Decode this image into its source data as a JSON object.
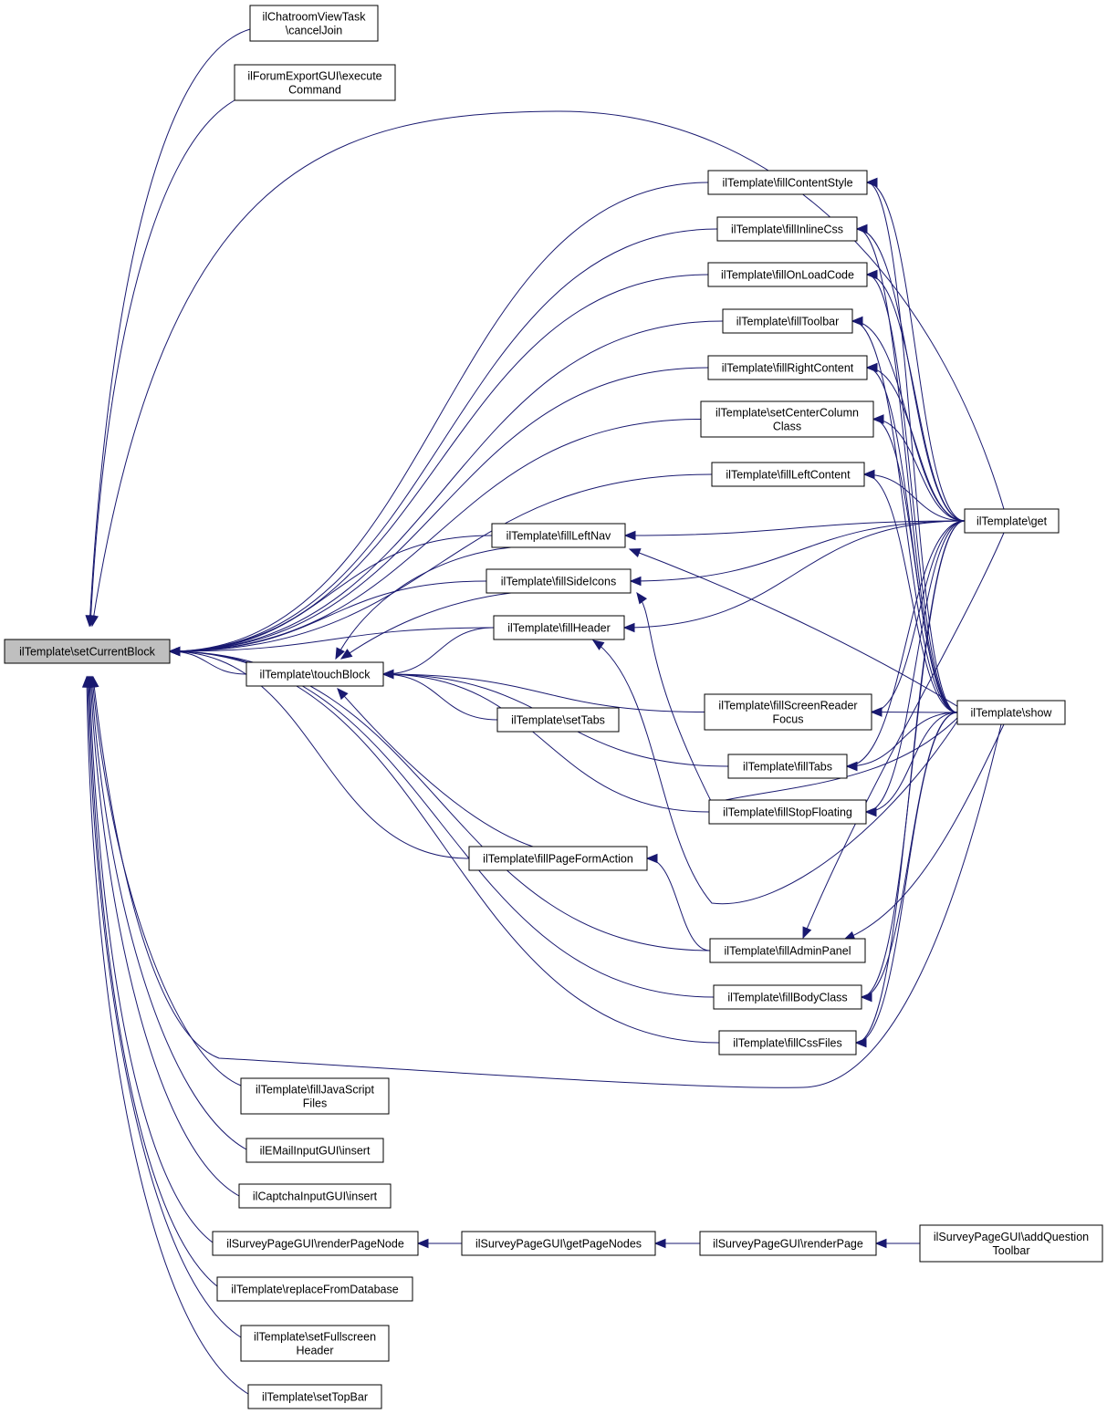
{
  "nodes": {
    "setCurrentBlock": {
      "lines": [
        "ilTemplate\\setCurrentBlock"
      ],
      "root": true
    },
    "cancelJoin": {
      "lines": [
        "ilChatroomViewTask",
        "\\cancelJoin"
      ]
    },
    "forumExecute": {
      "lines": [
        "ilForumExportGUI\\execute",
        "Command"
      ]
    },
    "fillContentStyle": {
      "lines": [
        "ilTemplate\\fillContentStyle"
      ]
    },
    "fillInlineCss": {
      "lines": [
        "ilTemplate\\fillInlineCss"
      ]
    },
    "fillOnLoadCode": {
      "lines": [
        "ilTemplate\\fillOnLoadCode"
      ]
    },
    "fillToolbar": {
      "lines": [
        "ilTemplate\\fillToolbar"
      ]
    },
    "fillRightContent": {
      "lines": [
        "ilTemplate\\fillRightContent"
      ]
    },
    "setCenterColumnClass": {
      "lines": [
        "ilTemplate\\setCenterColumn",
        "Class"
      ]
    },
    "fillLeftContent": {
      "lines": [
        "ilTemplate\\fillLeftContent"
      ]
    },
    "fillLeftNav": {
      "lines": [
        "ilTemplate\\fillLeftNav"
      ]
    },
    "fillSideIcons": {
      "lines": [
        "ilTemplate\\fillSideIcons"
      ]
    },
    "fillHeader": {
      "lines": [
        "ilTemplate\\fillHeader"
      ]
    },
    "touchBlock": {
      "lines": [
        "ilTemplate\\touchBlock"
      ]
    },
    "setTabs": {
      "lines": [
        "ilTemplate\\setTabs"
      ]
    },
    "fillScreenReaderFocus": {
      "lines": [
        "ilTemplate\\fillScreenReader",
        "Focus"
      ]
    },
    "fillTabs": {
      "lines": [
        "ilTemplate\\fillTabs"
      ]
    },
    "fillStopFloating": {
      "lines": [
        "ilTemplate\\fillStopFloating"
      ]
    },
    "fillPageFormAction": {
      "lines": [
        "ilTemplate\\fillPageFormAction"
      ]
    },
    "fillAdminPanel": {
      "lines": [
        "ilTemplate\\fillAdminPanel"
      ]
    },
    "fillBodyClass": {
      "lines": [
        "ilTemplate\\fillBodyClass"
      ]
    },
    "fillCssFiles": {
      "lines": [
        "ilTemplate\\fillCssFiles"
      ]
    },
    "get": {
      "lines": [
        "ilTemplate\\get"
      ]
    },
    "show": {
      "lines": [
        "ilTemplate\\show"
      ]
    },
    "fillJavaScriptFiles": {
      "lines": [
        "ilTemplate\\fillJavaScript",
        "Files"
      ]
    },
    "emailInsert": {
      "lines": [
        "ilEMailInputGUI\\insert"
      ]
    },
    "captchaInsert": {
      "lines": [
        "ilCaptchaInputGUI\\insert"
      ]
    },
    "renderPageNode": {
      "lines": [
        "ilSurveyPageGUI\\renderPageNode"
      ]
    },
    "getPageNodes": {
      "lines": [
        "ilSurveyPageGUI\\getPageNodes"
      ]
    },
    "renderPage": {
      "lines": [
        "ilSurveyPageGUI\\renderPage"
      ]
    },
    "addQuestionToolbar": {
      "lines": [
        "ilSurveyPageGUI\\addQuestion",
        "Toolbar"
      ]
    },
    "replaceFromDatabase": {
      "lines": [
        "ilTemplate\\replaceFromDatabase"
      ]
    },
    "setFullscreenHeader": {
      "lines": [
        "ilTemplate\\setFullscreen",
        "Header"
      ]
    },
    "setTopBar": {
      "lines": [
        "ilTemplate\\setTopBar"
      ]
    }
  },
  "edges": [
    [
      "cancelJoin",
      "setCurrentBlock"
    ],
    [
      "forumExecute",
      "setCurrentBlock"
    ],
    [
      "get",
      "setCurrentBlock"
    ],
    [
      "fillContentStyle",
      "setCurrentBlock"
    ],
    [
      "fillInlineCss",
      "setCurrentBlock"
    ],
    [
      "fillOnLoadCode",
      "setCurrentBlock"
    ],
    [
      "fillToolbar",
      "setCurrentBlock"
    ],
    [
      "fillRightContent",
      "setCurrentBlock"
    ],
    [
      "setCenterColumnClass",
      "setCurrentBlock"
    ],
    [
      "fillLeftContent",
      "setCurrentBlock"
    ],
    [
      "fillLeftNav",
      "setCurrentBlock"
    ],
    [
      "fillSideIcons",
      "setCurrentBlock"
    ],
    [
      "fillHeader",
      "setCurrentBlock"
    ],
    [
      "touchBlock",
      "setCurrentBlock"
    ],
    [
      "fillPageFormAction",
      "setCurrentBlock"
    ],
    [
      "fillAdminPanel",
      "setCurrentBlock"
    ],
    [
      "fillBodyClass",
      "setCurrentBlock"
    ],
    [
      "fillCssFiles",
      "setCurrentBlock"
    ],
    [
      "show",
      "setCurrentBlock"
    ],
    [
      "fillJavaScriptFiles",
      "setCurrentBlock"
    ],
    [
      "emailInsert",
      "setCurrentBlock"
    ],
    [
      "captchaInsert",
      "setCurrentBlock"
    ],
    [
      "renderPageNode",
      "setCurrentBlock"
    ],
    [
      "replaceFromDatabase",
      "setCurrentBlock"
    ],
    [
      "setFullscreenHeader",
      "setCurrentBlock"
    ],
    [
      "setTopBar",
      "setCurrentBlock"
    ],
    [
      "fillLeftNav",
      "touchBlock"
    ],
    [
      "fillSideIcons",
      "touchBlock"
    ],
    [
      "fillHeader",
      "touchBlock"
    ],
    [
      "setTabs",
      "touchBlock"
    ],
    [
      "fillScreenReaderFocus",
      "touchBlock"
    ],
    [
      "fillTabs",
      "touchBlock"
    ],
    [
      "fillStopFloating",
      "touchBlock"
    ],
    [
      "fillPageFormAction",
      "touchBlock"
    ],
    [
      "get",
      "fillContentStyle"
    ],
    [
      "show",
      "fillContentStyle"
    ],
    [
      "get",
      "fillInlineCss"
    ],
    [
      "show",
      "fillInlineCss"
    ],
    [
      "get",
      "fillOnLoadCode"
    ],
    [
      "show",
      "fillOnLoadCode"
    ],
    [
      "get",
      "fillToolbar"
    ],
    [
      "show",
      "fillToolbar"
    ],
    [
      "get",
      "fillRightContent"
    ],
    [
      "show",
      "fillRightContent"
    ],
    [
      "get",
      "setCenterColumnClass"
    ],
    [
      "show",
      "setCenterColumnClass"
    ],
    [
      "get",
      "fillLeftContent"
    ],
    [
      "show",
      "fillLeftContent"
    ],
    [
      "get",
      "fillLeftNav"
    ],
    [
      "show",
      "fillLeftNav"
    ],
    [
      "get",
      "fillSideIcons"
    ],
    [
      "show",
      "fillSideIcons"
    ],
    [
      "get",
      "fillHeader"
    ],
    [
      "show",
      "fillHeader"
    ],
    [
      "get",
      "fillScreenReaderFocus"
    ],
    [
      "show",
      "fillScreenReaderFocus"
    ],
    [
      "get",
      "fillTabs"
    ],
    [
      "show",
      "fillTabs"
    ],
    [
      "get",
      "fillStopFloating"
    ],
    [
      "show",
      "fillStopFloating"
    ],
    [
      "fillAdminPanel",
      "fillPageFormAction"
    ],
    [
      "get",
      "fillAdminPanel"
    ],
    [
      "show",
      "fillAdminPanel"
    ],
    [
      "get",
      "fillBodyClass"
    ],
    [
      "show",
      "fillBodyClass"
    ],
    [
      "get",
      "fillCssFiles"
    ],
    [
      "show",
      "fillCssFiles"
    ],
    [
      "getPageNodes",
      "renderPageNode"
    ],
    [
      "renderPage",
      "getPageNodes"
    ],
    [
      "addQuestionToolbar",
      "renderPage"
    ]
  ]
}
